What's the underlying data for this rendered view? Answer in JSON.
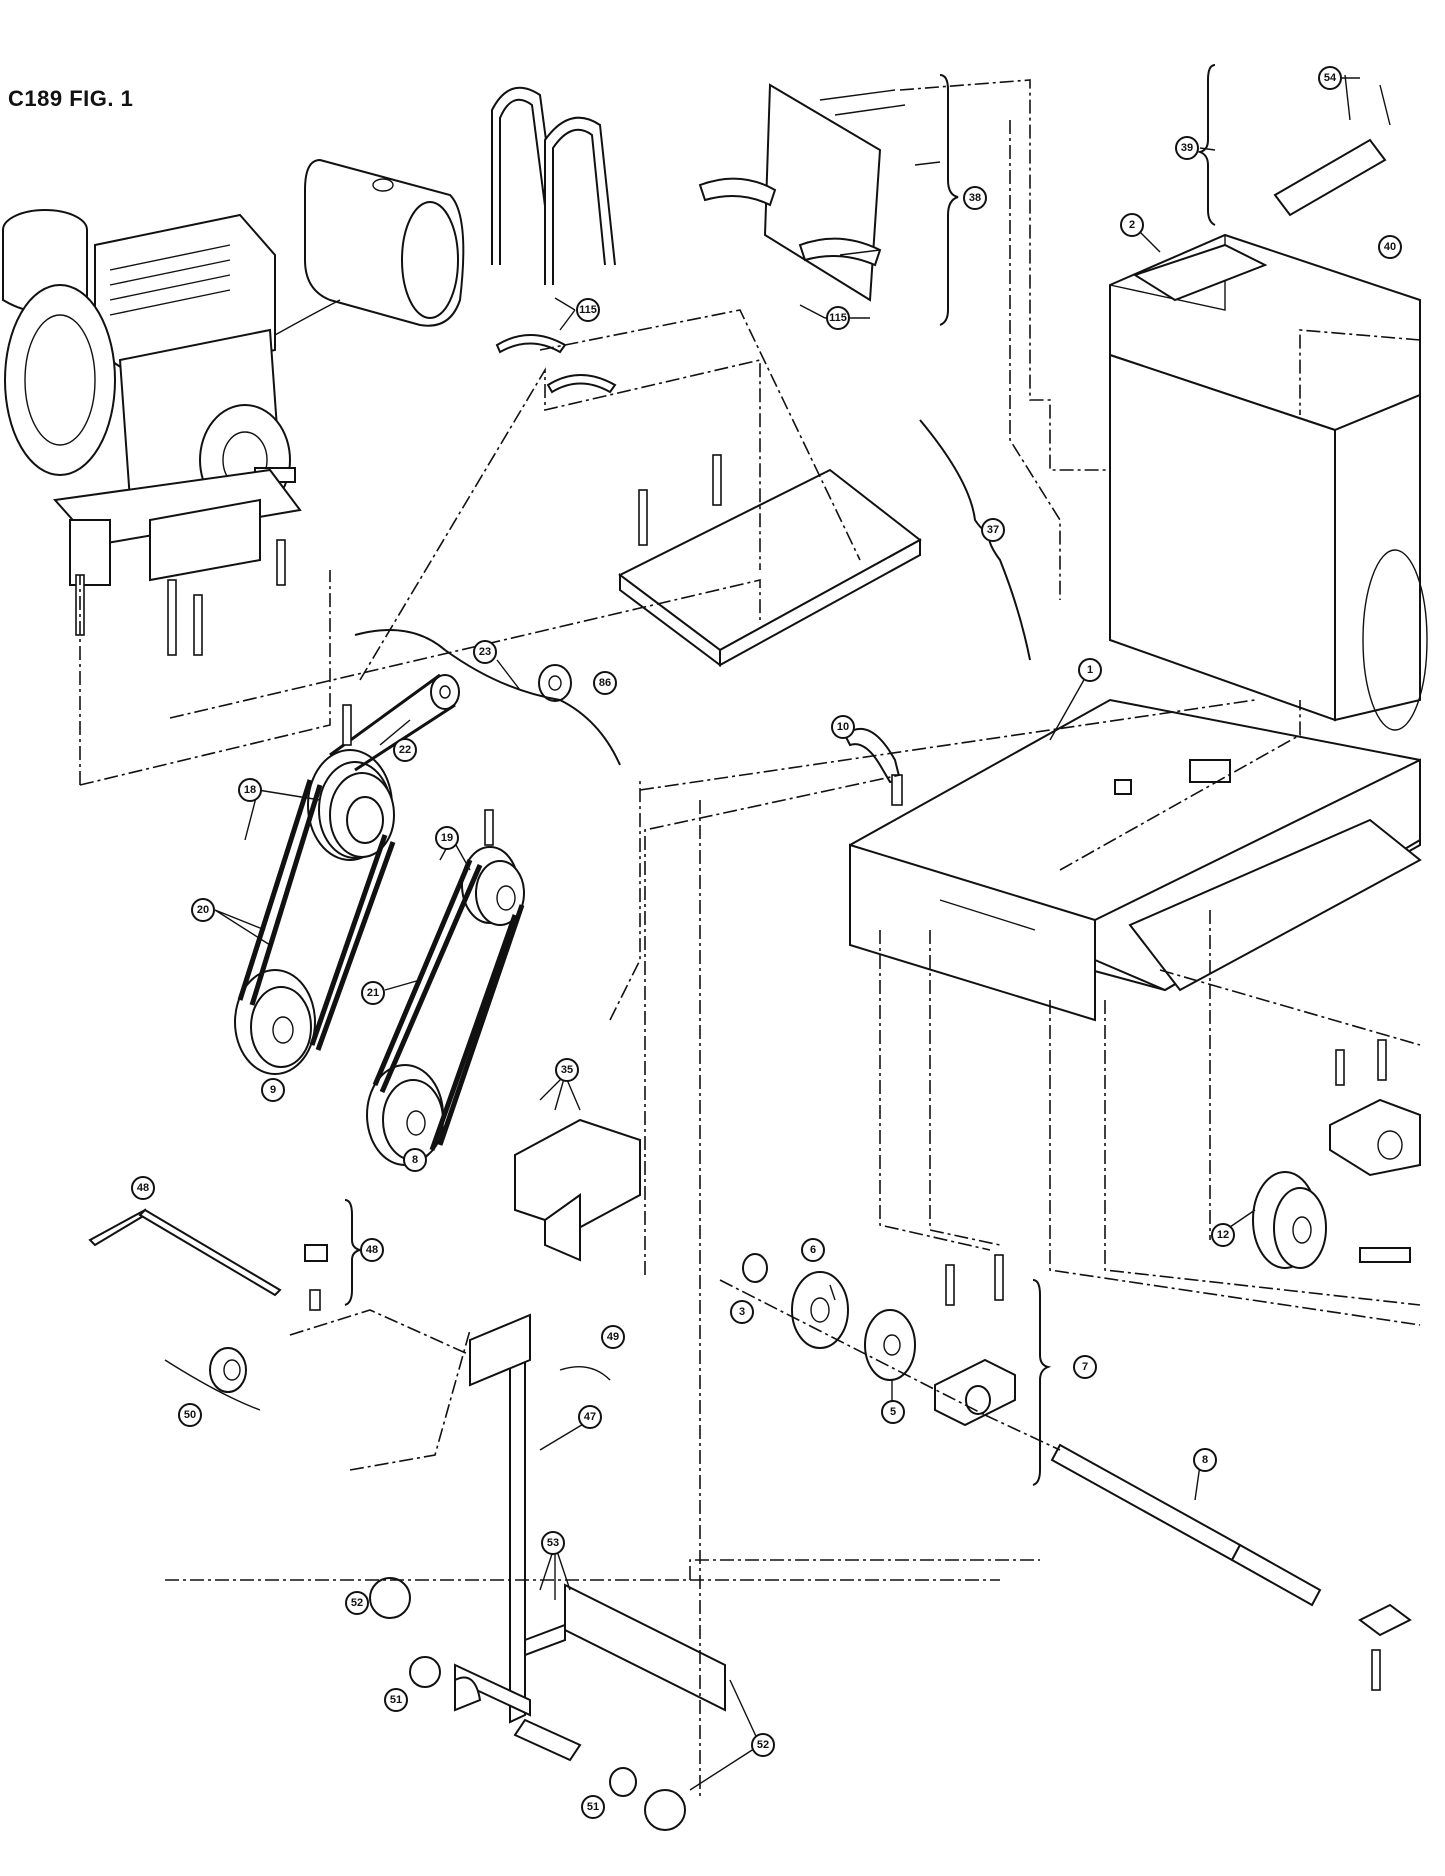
{
  "figure": {
    "title": "C189 FIG. 1"
  },
  "callouts": [
    {
      "id": "c54",
      "label": "54"
    },
    {
      "id": "c39",
      "label": "39"
    },
    {
      "id": "c40",
      "label": "40"
    },
    {
      "id": "c38",
      "label": "38"
    },
    {
      "id": "c2",
      "label": "2"
    },
    {
      "id": "c115a",
      "label": "115"
    },
    {
      "id": "c115b",
      "label": "115"
    },
    {
      "id": "c37",
      "label": "37"
    },
    {
      "id": "c23",
      "label": "23"
    },
    {
      "id": "c86",
      "label": "86"
    },
    {
      "id": "c1",
      "label": "1"
    },
    {
      "id": "c22",
      "label": "22"
    },
    {
      "id": "c18",
      "label": "18"
    },
    {
      "id": "c10",
      "label": "10"
    },
    {
      "id": "c19",
      "label": "19"
    },
    {
      "id": "c20",
      "label": "20"
    },
    {
      "id": "c21",
      "label": "21"
    },
    {
      "id": "c9",
      "label": "9"
    },
    {
      "id": "c35",
      "label": "35"
    },
    {
      "id": "c8a",
      "label": "8"
    },
    {
      "id": "c48a",
      "label": "48"
    },
    {
      "id": "c48b",
      "label": "48"
    },
    {
      "id": "c12",
      "label": "12"
    },
    {
      "id": "c6",
      "label": "6"
    },
    {
      "id": "c3",
      "label": "3"
    },
    {
      "id": "c49",
      "label": "49"
    },
    {
      "id": "c7",
      "label": "7"
    },
    {
      "id": "c50",
      "label": "50"
    },
    {
      "id": "c47",
      "label": "47"
    },
    {
      "id": "c5",
      "label": "5"
    },
    {
      "id": "c8b",
      "label": "8"
    },
    {
      "id": "c53",
      "label": "53"
    },
    {
      "id": "c52a",
      "label": "52"
    },
    {
      "id": "c51a",
      "label": "51"
    },
    {
      "id": "c52b",
      "label": "52"
    },
    {
      "id": "c51b",
      "label": "51"
    }
  ]
}
